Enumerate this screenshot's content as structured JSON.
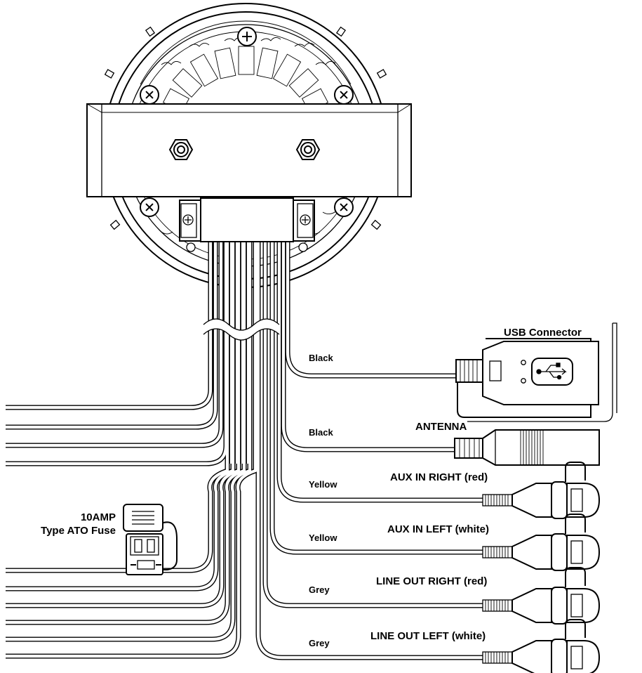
{
  "labels": {
    "usb_connector": "USB Connector",
    "antenna": "ANTENNA",
    "aux_in_right": "AUX IN RIGHT (red)",
    "aux_in_left": "AUX IN LEFT (white)",
    "line_out_right": "LINE OUT RIGHT (red)",
    "line_out_left": "LINE OUT LEFT (white)",
    "fuse_line1": "10AMP",
    "fuse_line2": "Type ATO Fuse"
  },
  "wire_colors": {
    "usb": "Black",
    "antenna": "Black",
    "aux_right": "Yellow",
    "aux_left": "Yellow",
    "line_right": "Grey",
    "line_left": "Grey"
  }
}
